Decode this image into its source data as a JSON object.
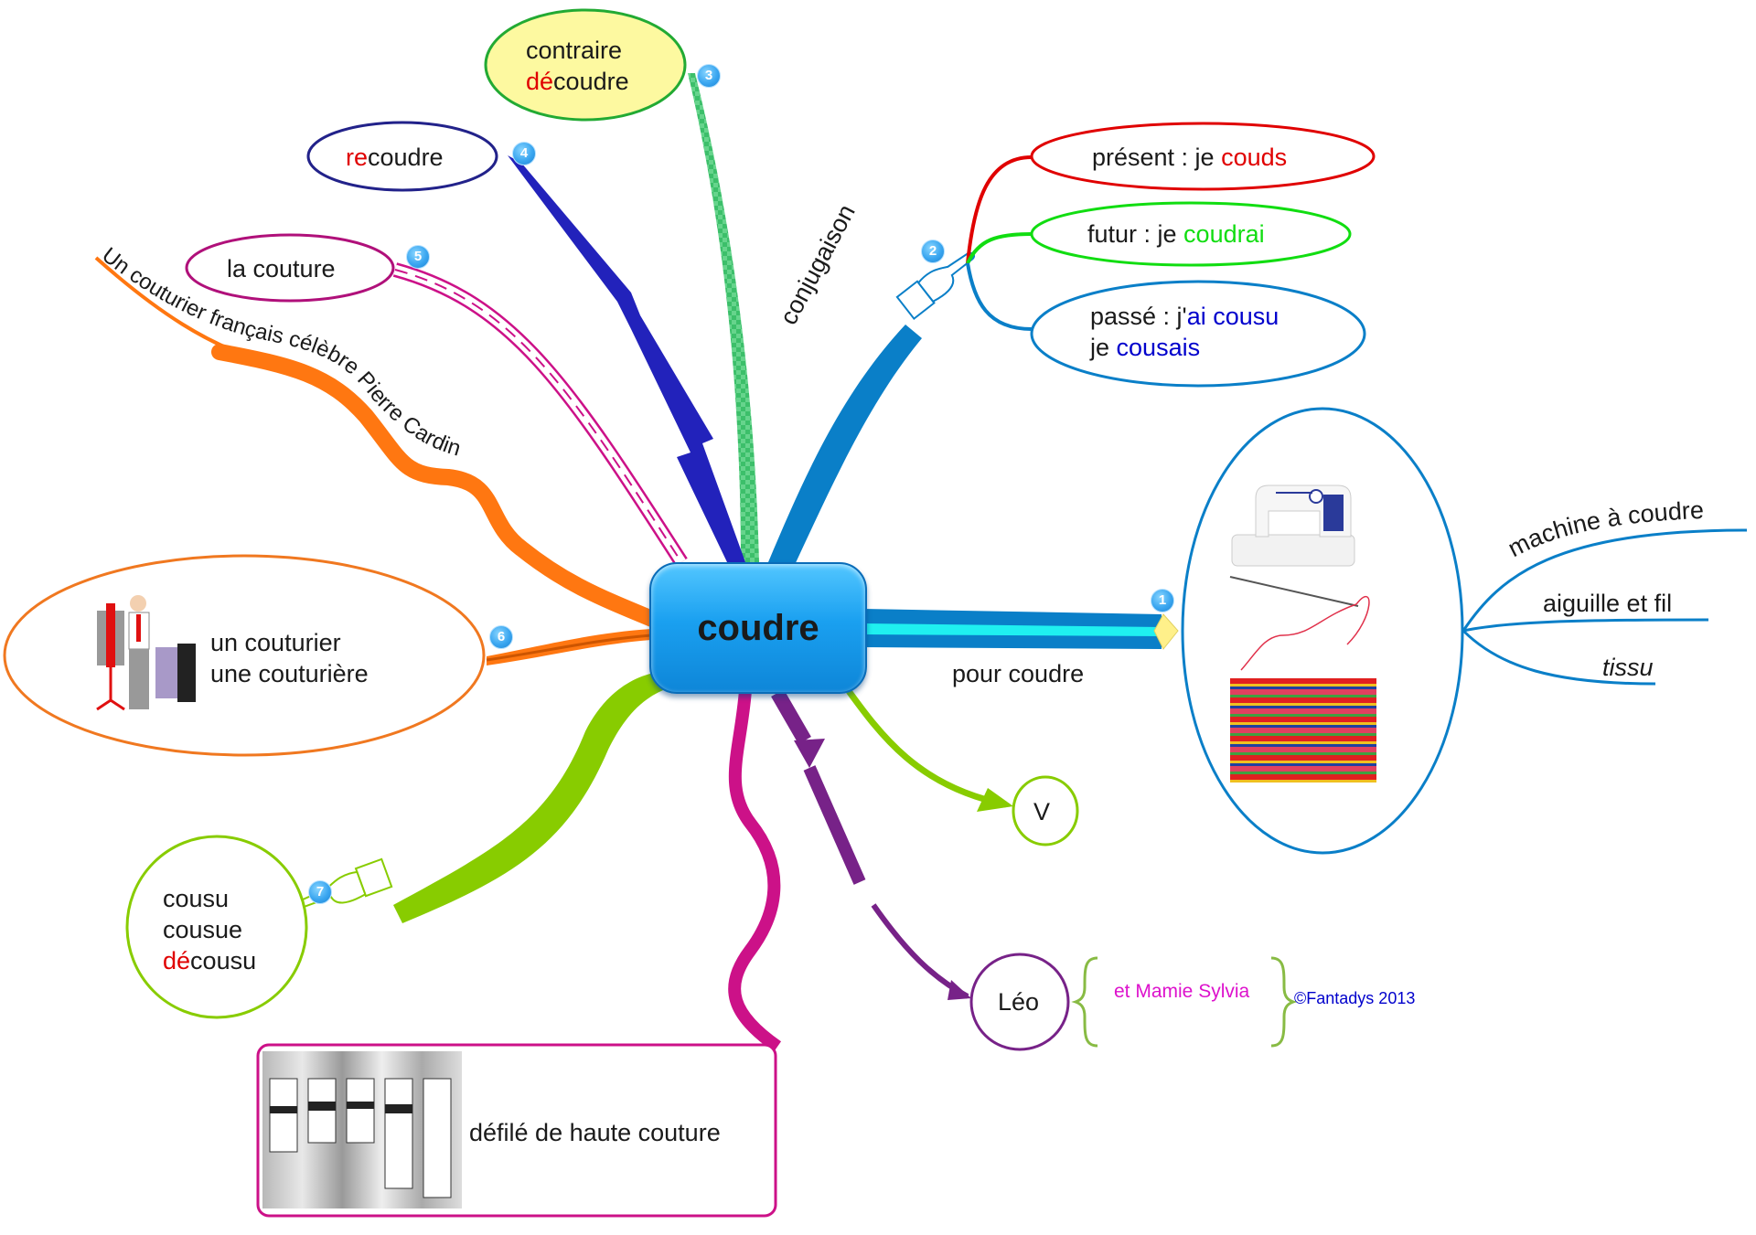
{
  "center": {
    "label": "coudre"
  },
  "branches": {
    "b1": {
      "badge": "1",
      "label": "pour coudre",
      "items": [
        "machine à coudre",
        "aiguille et fil",
        "tissu"
      ],
      "images": [
        "sewing-machine",
        "needle-and-thread",
        "fabric-rolls"
      ]
    },
    "b2": {
      "badge": "2",
      "label": "conjugaison",
      "present": {
        "prefix": "présent : je ",
        "word": "couds"
      },
      "futur": {
        "prefix": "futur : je ",
        "word": "coudrai"
      },
      "passe": {
        "prefix": "passé : j'",
        "word1": "ai cousu",
        "line2prefix": "je ",
        "word2": "cousais"
      }
    },
    "b3": {
      "badge": "3",
      "line1": "contraire",
      "prefix": "dé",
      "rest": "coudre"
    },
    "b4": {
      "badge": "4",
      "prefix": "re",
      "rest": "coudre"
    },
    "b5": {
      "badge": "5",
      "label": "la couture"
    },
    "b6": {
      "badge": "6",
      "line1": "un couturier",
      "line2": "une couturière",
      "image": "tailor-illustration"
    },
    "b7": {
      "badge": "7",
      "line1": "cousu",
      "line2": "cousue",
      "prefix": "dé",
      "rest": "cousu"
    },
    "cardin": {
      "label": "Un couturier français célèbre Pierre Cardin"
    },
    "defile": {
      "label": "défilé de haute couture",
      "image": "fashion-show-photo"
    },
    "v": {
      "label": "V"
    },
    "leo": {
      "label": "Léo",
      "bracket": "et Mamie Sylvia",
      "copyright": "©Fantadys 2013"
    }
  },
  "colors": {
    "center": "#1aa0f0",
    "b1": "#0a7fc8",
    "b1_inner": "#1ff0f0",
    "b2": "#0a7fc8",
    "b3": "#33bb66",
    "b4": "#2222bb",
    "b5": "#cc1188",
    "b6": "#ff7711",
    "b7": "#88cc00",
    "defile": "#cc1188",
    "leo": "#772288",
    "v": "#88cc00",
    "present": "#e00000",
    "futur": "#11dd11",
    "passe": "#0a7fc8"
  }
}
